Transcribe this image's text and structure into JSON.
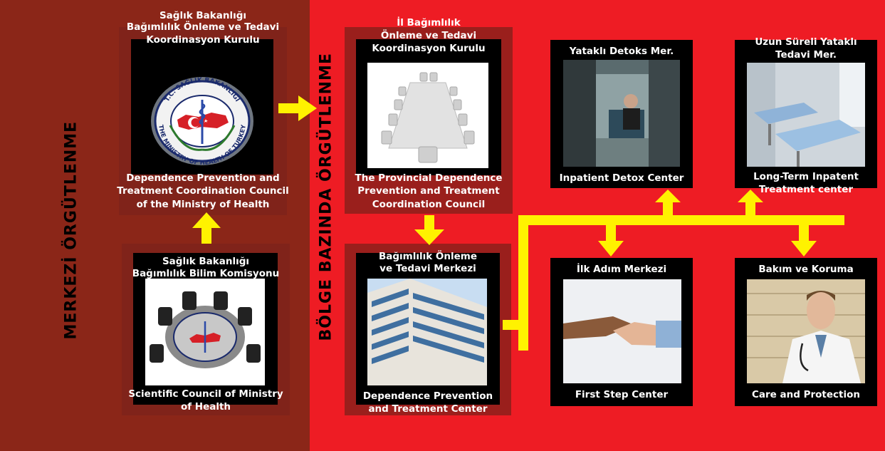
{
  "left_title": "MERKEZİ ÖRGÜTLENME",
  "right_title": "BÖLGE BAZINDA ÖRGÜTLENME",
  "nodes": {
    "ministry_council": {
      "title_tr_1": "Sağlık Bakanlığı",
      "title_tr_2": "Bağımlılık Önleme ve Tedavi",
      "title_tr_3": "Koordinasyon Kurulu",
      "title_en_1": "Dependence Prevention and",
      "title_en_2": "Treatment Coordination Council",
      "title_en_3": "of the Ministry of Health",
      "seal_top": "T.C. SAĞLIK BAKANLIĞI",
      "seal_bottom": "THE MINISTRY OF HEALTH OF TURKEY"
    },
    "scientific_council": {
      "title_tr_1": "Sağlık Bakanlığı",
      "title_tr_2": "Bağımlılık Bilim Komisyonu",
      "title_en_1": "Scientific Council of Ministry",
      "title_en_2": "of Health"
    },
    "provincial_council": {
      "title_tr_1": "İl Bağımlılık",
      "title_tr_2": "Önleme ve Tedavi",
      "title_tr_3": "Koordinasyon Kurulu",
      "title_en_1": "The Provincial Dependence",
      "title_en_2": "Prevention and Treatment",
      "title_en_3": "Coordination Council"
    },
    "treatment_center": {
      "title_tr_1": "Bağımlılık Önleme",
      "title_tr_2": "ve Tedavi Merkezi",
      "title_en_1": "Dependence Prevention",
      "title_en_2": "and Treatment Center"
    },
    "detox": {
      "title_tr": "Yataklı Detoks Mer.",
      "title_en": "Inpatient Detox Center"
    },
    "long_term": {
      "title_tr_1": "Uzun Süreli Yataklı",
      "title_tr_2": "Tedavi Mer.",
      "title_en_1": "Long-Term Inpatent",
      "title_en_2": "Treatment center"
    },
    "first_step": {
      "title_tr": "İlk Adım Merkezi",
      "title_en": "First Step Center"
    },
    "care": {
      "title_tr": "Bakım ve Koruma",
      "title_en": "Care and Protection"
    }
  },
  "colors": {
    "left_bg": "#8b2618",
    "right_bg": "#ee1c24",
    "arrow": "#fff200"
  }
}
